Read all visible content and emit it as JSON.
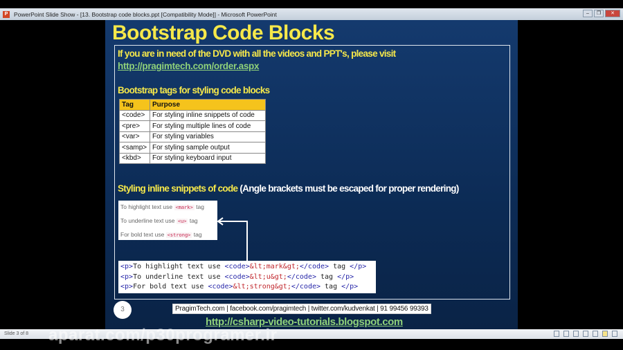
{
  "window": {
    "title": "PowerPoint Slide Show - [13. Bootstrap code blocks.ppt [Compatibility Mode]] - Microsoft PowerPoint",
    "app_icon": "P"
  },
  "slide": {
    "title": "Bootstrap Code Blocks",
    "dvd_text": "If you are in need of the DVD with all the videos and PPT's, please visit",
    "order_link": "http://pragimtech.com/order.aspx",
    "tags_heading": "Bootstrap tags for styling code blocks",
    "table": {
      "headers": [
        "Tag",
        "Purpose"
      ],
      "rows": [
        [
          "<code>",
          "For styling inline snippets of code"
        ],
        [
          "<pre>",
          "For styling multiple lines of code"
        ],
        [
          "<var>",
          "For styling variables"
        ],
        [
          "<samp>",
          "For styling sample output"
        ],
        [
          "<kbd>",
          "For styling keyboard input"
        ]
      ]
    },
    "inline_heading": "Styling inline snippets of code",
    "inline_note": " (Angle brackets must be escaped for proper rendering)",
    "demo": [
      {
        "pre": "To highlight text use ",
        "code": "<mark>",
        "post": " tag"
      },
      {
        "pre": "To underline text use ",
        "code": "<u>",
        "post": " tag"
      },
      {
        "pre": "For bold text use ",
        "code": "<strong>",
        "post": " tag"
      }
    ],
    "code_lines": [
      {
        "a": "To highlight text use ",
        "ent": "&lt;mark&gt;"
      },
      {
        "a": "To underline text use ",
        "ent": "&lt;u&gt;"
      },
      {
        "a": "For bold text use ",
        "ent": "&lt;strong&gt;"
      }
    ],
    "code_tokens": {
      "p_open": "<p>",
      "code_open": "<code>",
      "code_close": "</code>",
      "tag": " tag ",
      "p_close": "</p>"
    },
    "slide_number": "3",
    "footer": "PragimTech.com | facebook.com/pragimtech  | twitter.com/kudvenkat  | 91 99456 99393",
    "blog_link": "http://csharp-video-tutorials.blogspot.com"
  },
  "status": {
    "slide_indicator": "Slide 3 of 8"
  },
  "watermark": "aparat.com/p30programer.ir"
}
